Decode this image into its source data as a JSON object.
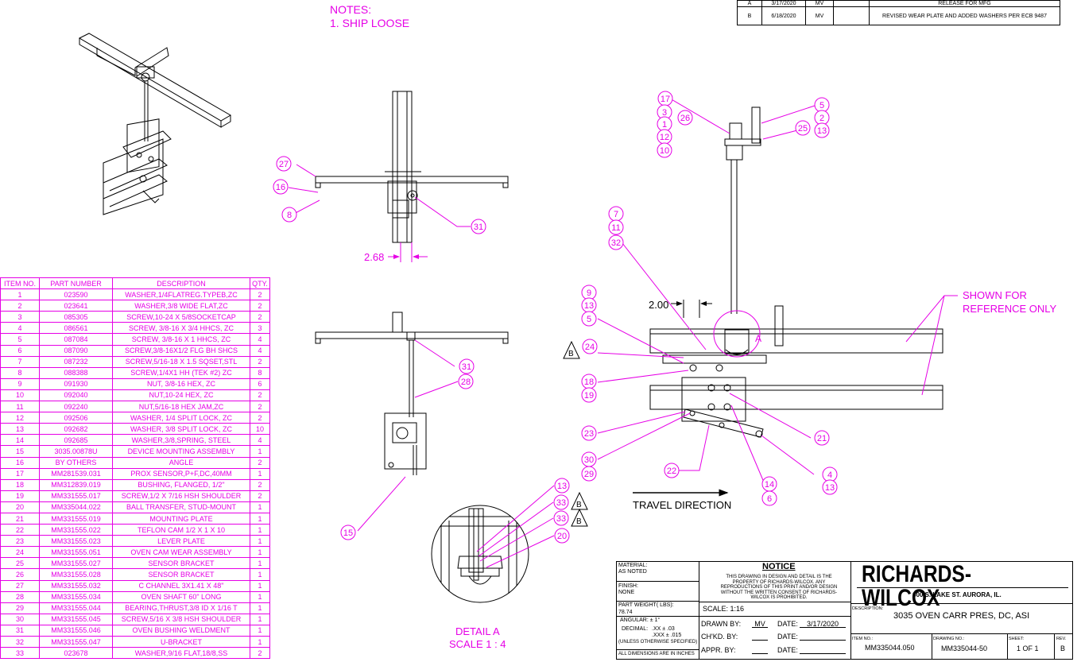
{
  "notes": {
    "heading": "NOTES:",
    "item1": "1. SHIP LOOSE"
  },
  "revisions": [
    {
      "rev": "A",
      "date": "3/17/2020",
      "by": "MV",
      "desc": "RELEASE FOR MFG"
    },
    {
      "rev": "B",
      "date": "6/18/2020",
      "by": "MV",
      "desc": "REVISED WEAR PLATE AND ADDED WASHERS PER ECB 9487"
    }
  ],
  "bom": {
    "headers": [
      "ITEM NO.",
      "PART NUMBER",
      "DESCRIPTION",
      "QTY."
    ],
    "rows": [
      [
        "1",
        "023590",
        "WASHER,1/4FLATREG.TYPEB,ZC",
        "2"
      ],
      [
        "2",
        "023641",
        "WASHER,3/8 WIDE FLAT,ZC",
        "2"
      ],
      [
        "3",
        "085305",
        "SCREW,10-24 X 5/8SOCKETCAP",
        "2"
      ],
      [
        "4",
        "086561",
        "SCREW, 3/8-16 X 3/4 HHCS, ZC",
        "3"
      ],
      [
        "5",
        "087084",
        "SCREW, 3/8-16 X 1 HHCS, ZC",
        "4"
      ],
      [
        "6",
        "087090",
        "SCREW,3/8-16X1/2 FLG BH SHCS",
        "4"
      ],
      [
        "7",
        "087232",
        "SCREW,5/16-18 X 1.5 SQSET,STL",
        "2"
      ],
      [
        "8",
        "088388",
        "SCREW,1/4X1 HH (TEK #2) ZC",
        "8"
      ],
      [
        "9",
        "091930",
        "NUT, 3/8-16 HEX, ZC",
        "6"
      ],
      [
        "10",
        "092040",
        "NUT,10-24 HEX, ZC",
        "2"
      ],
      [
        "11",
        "092240",
        "NUT,5/16-18 HEX JAM,ZC",
        "2"
      ],
      [
        "12",
        "092506",
        "WASHER, 1/4 SPLIT LOCK, ZC",
        "2"
      ],
      [
        "13",
        "092682",
        "WASHER, 3/8 SPLIT LOCK, ZC",
        "10"
      ],
      [
        "14",
        "092685",
        "WASHER,3/8,SPRING, STEEL",
        "4"
      ],
      [
        "15",
        "3035.00878U",
        "DEVICE MOUNTING ASSEMBLY",
        "1"
      ],
      [
        "16",
        "BY OTHERS",
        "ANGLE",
        "2"
      ],
      [
        "17",
        "MM281539.031",
        "PROX SENSOR,P+F,DC,40MM",
        "1"
      ],
      [
        "18",
        "MM312839.019",
        "BUSHING, FLANGED, 1/2\"",
        "2"
      ],
      [
        "19",
        "MM331555.017",
        "SCREW,1/2 X 7/16 HSH SHOULDER",
        "2"
      ],
      [
        "20",
        "MM335044.022",
        "BALL TRANSFER, STUD-MOUNT",
        "1"
      ],
      [
        "21",
        "MM331555.019",
        "MOUNTING PLATE",
        "1"
      ],
      [
        "22",
        "MM331555.022",
        "TEFLON CAM 1/2 X 1 X 10",
        "1"
      ],
      [
        "23",
        "MM331555.023",
        "LEVER PLATE",
        "1"
      ],
      [
        "24",
        "MM331555.051",
        "OVEN CAM WEAR ASSEMBLY",
        "1"
      ],
      [
        "25",
        "MM331555.027",
        "SENSOR BRACKET",
        "1"
      ],
      [
        "26",
        "MM331555.028",
        "SENSOR BRACKET",
        "1"
      ],
      [
        "27",
        "MM331555.032",
        "C CHANNEL 3X1.41 X 48\"",
        "1"
      ],
      [
        "28",
        "MM331555.034",
        "OVEN SHAFT 60\" LONG",
        "1"
      ],
      [
        "29",
        "MM331555.044",
        "BEARING,THRUST,3/8 ID X 1/16 T",
        "1"
      ],
      [
        "30",
        "MM331555.045",
        "SCREW,5/16 X 3/8 HSH SHOULDER",
        "1"
      ],
      [
        "31",
        "MM331555.046",
        "OVEN BUSHING WELDMENT",
        "1"
      ],
      [
        "32",
        "MM331555.047",
        "U-BRACKET",
        "1"
      ],
      [
        "33",
        "023678",
        "WASHER,9/16 FLAT,18/8,SS",
        "2"
      ]
    ]
  },
  "dimensions": {
    "top_view": "2.68",
    "side_view": "2.00"
  },
  "annotations": {
    "shown_for_reference_line1": "SHOWN FOR",
    "shown_for_reference_line2": "REFERENCE ONLY",
    "travel_direction": "TRAVEL DIRECTION",
    "detail_a_title": "DETAIL A",
    "detail_a_scale": "SCALE 1 : 4",
    "detail_marker": "A",
    "rev_marker": "B"
  },
  "title_block": {
    "material_label": "MATERIAL:",
    "material_value": "AS NOTED",
    "finish_label": "FINISH:",
    "finish_value": "NONE",
    "weight_label": "PART WEIGHT( LBS):",
    "weight_value": "78.74",
    "angular": "ANGULAR:  ± 1°",
    "decimal_label": "DECIMAL:",
    "decimal_xx": ".XX   ± .03",
    "decimal_xxx": ".XXX  ± .015",
    "unless": "(UNLESS OTHERWISE SPECIFIED)",
    "all_dims": "ALL DIMENSIONS ARE IN INCHES",
    "notice_title": "NOTICE",
    "notice_text": "THIS DRAWING IN DESIGN AND DETAIL IS THE PROPERTY OF RICHARDS-WILCOX. ANY REPRODUCTIONS OF THIS PRINT AND/OR DESIGN WITHOUT THE WRITTEN CONSENT OF RICHARDS-WILCOX IS PROHIBITED.",
    "scale": "SCALE:  1:16",
    "drawn_by_label": "DRAWN BY:",
    "drawn_by": "MV",
    "date_label": "DATE:",
    "date": "3/17/2020",
    "chkd_by_label": "CH'KD. BY:",
    "appr_by_label": "APPR. BY:",
    "company": "RICHARDS-WILCOX",
    "address": "600 S. LAKE ST.  AURORA, IL.",
    "description_label": "DESCRIPTION:",
    "description": "3035 OVEN CARR PRES, DC, ASI",
    "item_no_label": "ITEM NO.:",
    "item_no": "MM335044.050",
    "drawing_no_label": "DRAWING NO.:",
    "drawing_no": "MM335044-50",
    "sheet_label": "SHEET:",
    "sheet": "1 OF 1",
    "rev_label": "REV.",
    "rev": "B"
  },
  "balloons": {
    "top_view": [
      "27",
      "16",
      "8",
      "31"
    ],
    "front_view": [
      "31",
      "28",
      "15"
    ],
    "detail_a": [
      "13",
      "33",
      "33",
      "20"
    ],
    "side_view": [
      "17",
      "3",
      "1",
      "12",
      "10",
      "26",
      "5",
      "2",
      "25",
      "13",
      "7",
      "11",
      "32",
      "9",
      "13",
      "5",
      "24",
      "18",
      "19",
      "23",
      "30",
      "29",
      "22",
      "21",
      "4",
      "13",
      "14",
      "6"
    ]
  }
}
